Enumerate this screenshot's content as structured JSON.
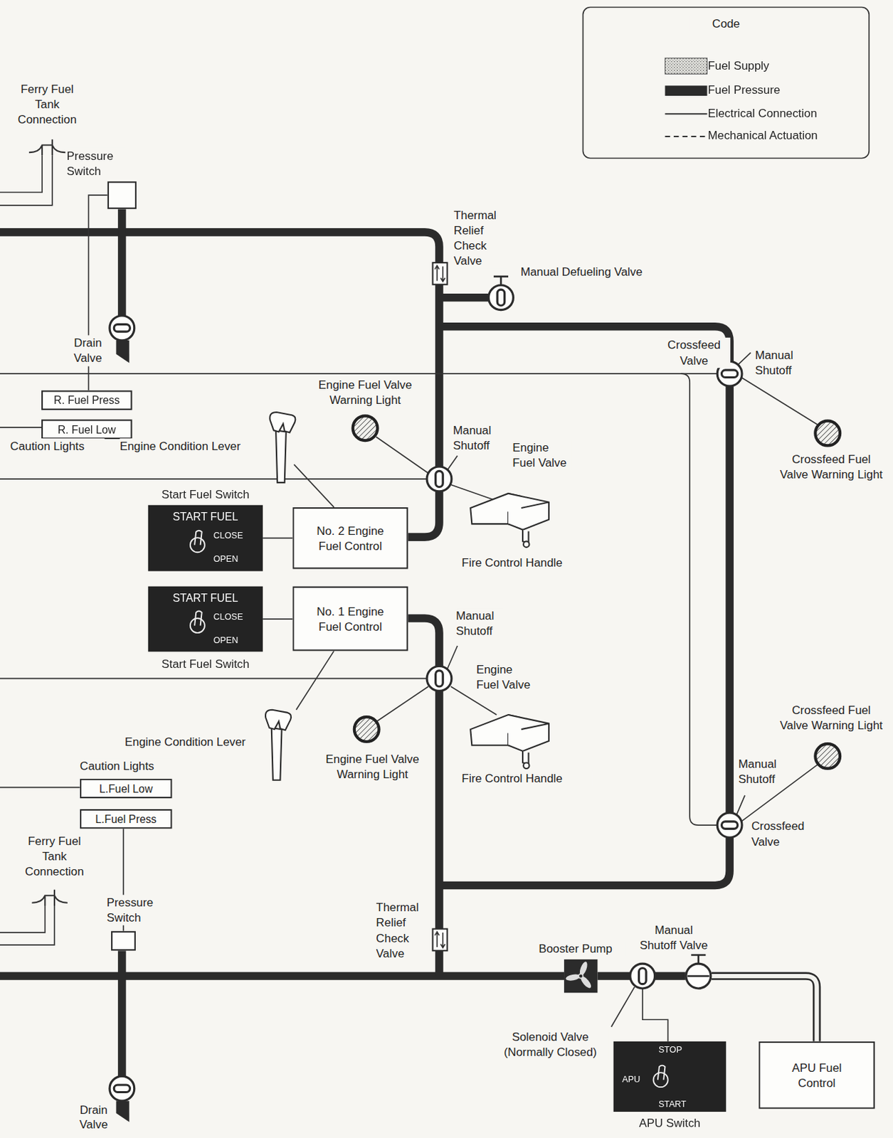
{
  "diagram": {
    "nodes": [
      {
        "text": [
          "Pressure Switch"
        ]
      },
      {
        "text": [
          "R. Fuel Press"
        ]
      },
      {
        "text": [
          "R. Fuel Low"
        ]
      },
      {
        "text": [
          "Start Fuel Switch",
          "START FUEL",
          "CLOSE",
          "OPEN"
        ]
      },
      {
        "text": [
          "No. 2 Engine Fuel Control"
        ]
      },
      {
        "text": [
          "START FUEL",
          "CLOSE",
          "OPEN",
          "Start Fuel Switch"
        ]
      },
      {
        "text": [
          "No. 1 Engine Fuel Control"
        ]
      },
      {
        "text": [
          "L.Fuel Low"
        ]
      },
      {
        "text": [
          "L.Fuel Press"
        ]
      },
      {
        "text": [
          "Pressure Switch"
        ]
      },
      {
        "text": [
          "STOP",
          "APU",
          "START",
          "APU Switch"
        ]
      },
      {
        "text": [
          "APU Fuel Control"
        ]
      }
    ],
    "edges": [
      {
        "from": 0,
        "to": 1,
        "arrow": "none"
      },
      {
        "from": 3,
        "to": 4,
        "arrow": "none"
      },
      {
        "from": 5,
        "to": 6,
        "arrow": "none"
      },
      {
        "from": 8,
        "to": 9,
        "arrow": "none"
      }
    ],
    "labels": [
      "Code",
      "Ferry Fuel Tank Connection",
      "Drain Valve",
      "Caution Lights",
      "Engine Condition Lever",
      "Thermal Relief Check Valve",
      "Manual Defueling Valve",
      "Crossfeed Valve",
      "Manual Shutoff",
      "Engine Fuel Valve Warning Light",
      "Manual Shutoff",
      "Engine Fuel Valve",
      "Crossfeed Fuel Valve Warning Light",
      "Fire Control Handle",
      "Manual Shutoff",
      "Engine Fuel Valve",
      "Engine Condition Lever",
      "Engine Fuel Valve Warning Light",
      "Fire Control Handle",
      "Caution Lights",
      "Crossfeed Fuel Valve Warning Light",
      "Manual Shutoff",
      "Ferry Fuel Tank Connection",
      "Crossfeed Valve",
      "Thermal Relief Check Valve",
      "Booster Pump",
      "Manual Shutoff Valve",
      "Solenoid Valve (Normally Closed)",
      "Drain Valve"
    ],
    "legend": [
      {
        "text": "Fuel Supply"
      },
      {
        "text": "Fuel Pressure",
        "color": "#2b2b2b"
      },
      {
        "text": "Electrical Connection"
      },
      {
        "text": "Mechanical Actuation"
      }
    ]
  }
}
